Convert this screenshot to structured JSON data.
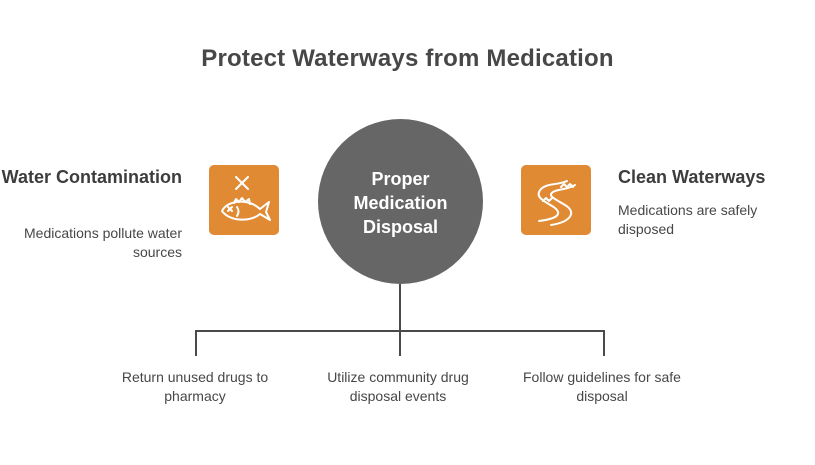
{
  "title": "Protect Waterways from Medication",
  "center": {
    "label": "Proper Medication Disposal"
  },
  "left": {
    "heading": "Water Contamination",
    "description": "Medications pollute water sources",
    "icon": "fish-contamination-icon"
  },
  "right": {
    "heading": "Clean Waterways",
    "description": "Medications are safely disposed",
    "icon": "river-icon"
  },
  "actions": [
    {
      "label": "Return unused drugs to pharmacy"
    },
    {
      "label": "Utilize community drug disposal events"
    },
    {
      "label": "Follow guidelines for safe disposal"
    }
  ],
  "colors": {
    "accent": "#e08a33",
    "center_fill": "#666666",
    "line": "#4a4a4a",
    "text": "#474747"
  }
}
